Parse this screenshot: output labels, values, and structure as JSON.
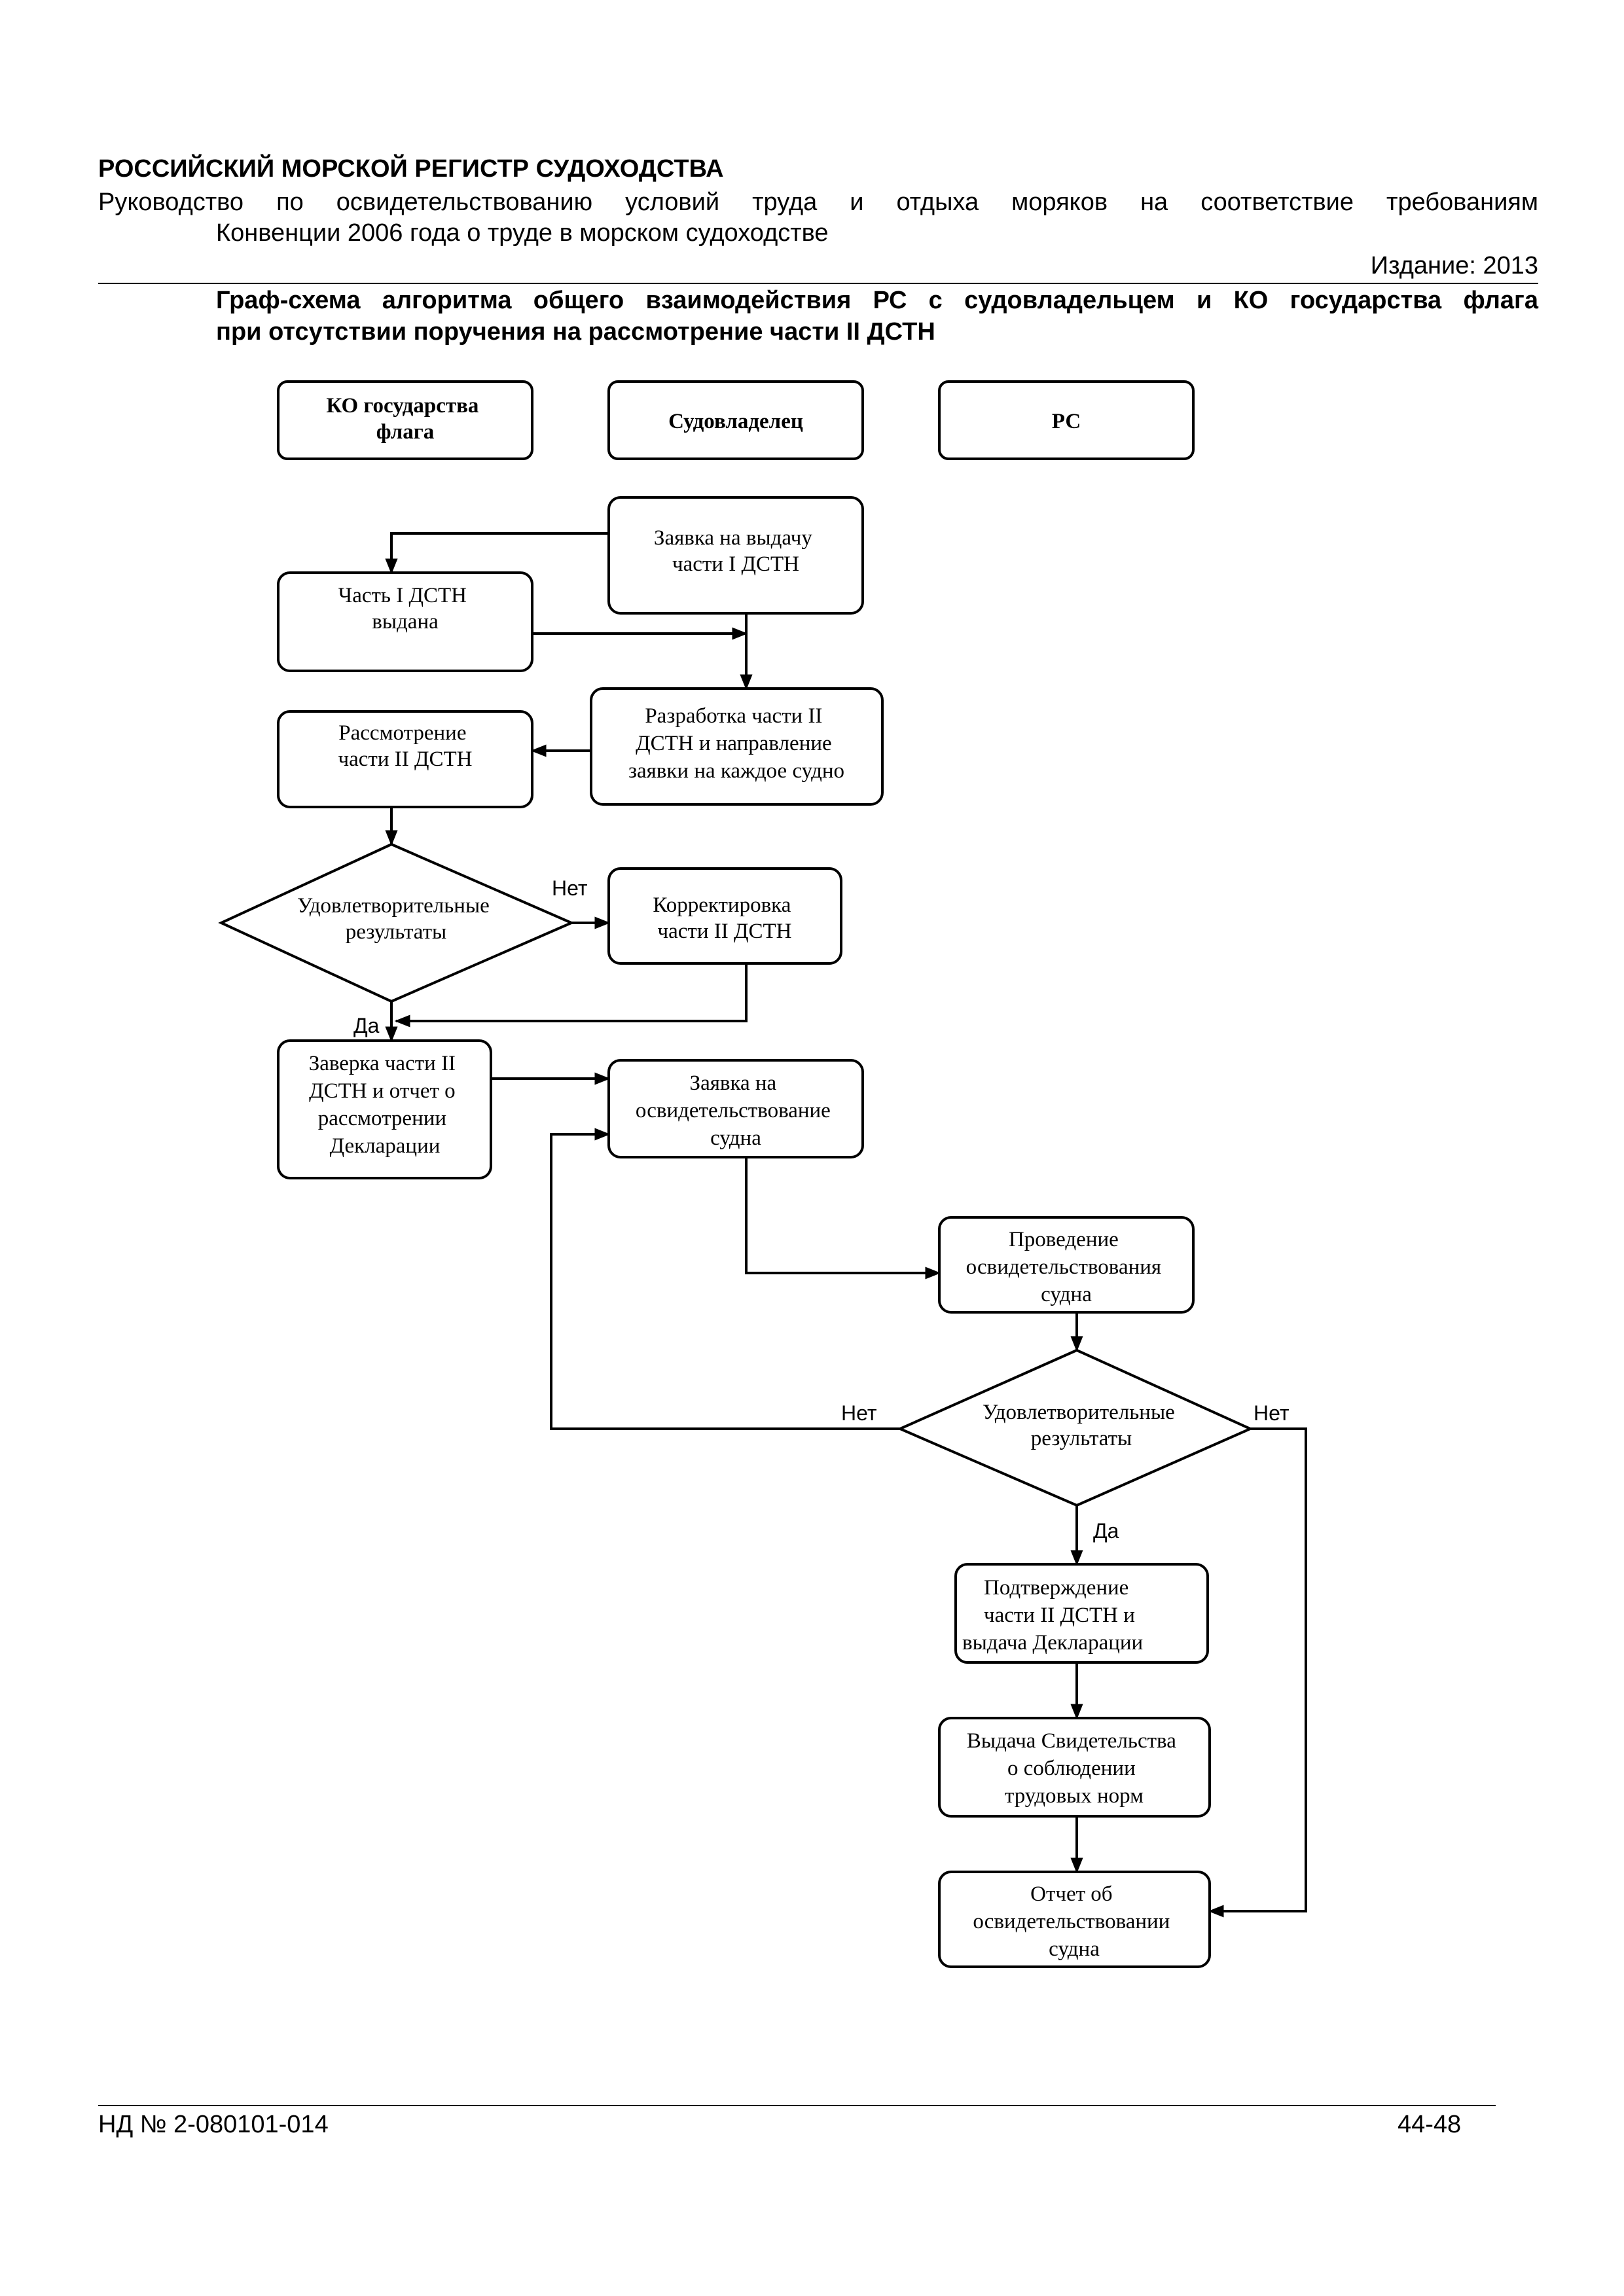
{
  "header": {
    "organization": "РОССИЙСКИЙ МОРСКОЙ РЕГИСТР СУДОХОДСТВА",
    "guide_line1": "Руководство по освидетельствованию условий труда и отдыха моряков на соответствие требованиям",
    "guide_line2": "Конвенции 2006 года о труде в морском судоходстве",
    "edition": "Издание: 2013"
  },
  "title": {
    "line1": "Граф-схема алгоритма общего взаимодействия РС с судовладельцем и КО государства флага",
    "line2": "при отсутствии поручения на рассмотрение части II ДСТН"
  },
  "flowchart": {
    "lanes": {
      "flag_state": [
        "КО государства",
        "флага"
      ],
      "shipowner": [
        "Судовладелец"
      ],
      "rs": [
        "РС"
      ]
    },
    "nodes": {
      "request_part1": [
        "Заявка на выдачу",
        "части I ДСТН"
      ],
      "part1_issued": [
        "Часть I ДСТН",
        "выдана"
      ],
      "develop_part2": [
        "Разработка части II",
        "ДСТН  и направление",
        "заявки на каждое судно"
      ],
      "review_part2": [
        "Рассмотрение",
        "части II ДСТН"
      ],
      "decision1": [
        "Удовлетворительные",
        "результаты"
      ],
      "correct_part2": [
        "Корректировка",
        "части II ДСТН"
      ],
      "certify_part2": [
        "Заверка части II",
        "ДСТН и отчет о",
        "рассмотрении",
        "Декларации"
      ],
      "request_inspection": [
        "Заявка на",
        "освидетельствование",
        "судна"
      ],
      "conduct_inspection": [
        "Проведение",
        "освидетельствования",
        "судна"
      ],
      "decision2": [
        "Удовлетворительные",
        "результаты"
      ],
      "confirm_part2": [
        "Подтверждение",
        "части II ДСТН и",
        "выдача Декларации"
      ],
      "issue_certificate": [
        "Выдача Свидетельства",
        "о соблюдении",
        "трудовых норм"
      ],
      "inspection_report": [
        "Отчет об",
        "освидетельствовании",
        "судна"
      ]
    },
    "labels": {
      "no1": "Нет",
      "yes1": "Да",
      "no2_left": "Нет",
      "no2_right": "Нет",
      "yes2": "Да"
    }
  },
  "footer": {
    "doc_number": "НД № 2-080101-014",
    "page": "44-48"
  }
}
